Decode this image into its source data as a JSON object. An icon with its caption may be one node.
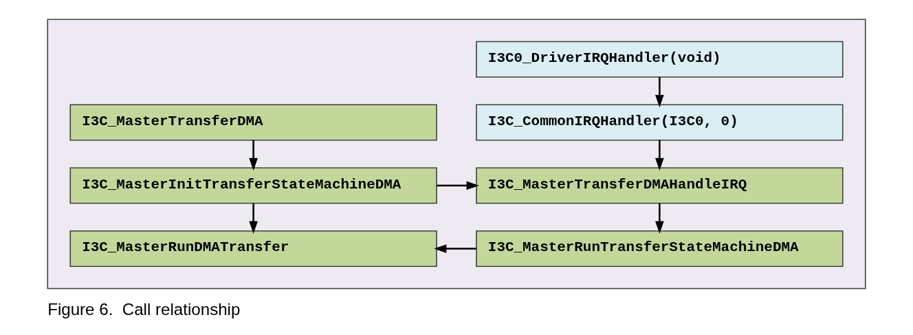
{
  "diagram": {
    "caption": "Figure 6.  Call relationship",
    "nodes": [
      {
        "text": [],
        "shape": "box"
      },
      {
        "text": [
          "I3C0_DriverIRQHandler(void)"
        ],
        "in": 0
      },
      {
        "text": [
          "I3C_MasterTransferDMA"
        ],
        "in": 0
      },
      {
        "text": [
          "I3C_CommonIRQHandler(I3C0, 0)"
        ],
        "in": 0
      },
      {
        "text": [
          "I3C_MasterInitTransferStateMachineDMA"
        ],
        "in": 0
      },
      {
        "text": [
          "I3C_MasterTransferDMAHandleIRQ"
        ],
        "in": 0
      },
      {
        "text": [
          "I3C_MasterRunDMATransfer"
        ],
        "in": 0
      },
      {
        "text": [
          "I3C_MasterRunTransferStateMachineDMA"
        ],
        "in": 0
      }
    ],
    "edges": [
      {
        "from": 1,
        "to": 3,
        "arrow": "to"
      },
      {
        "from": 2,
        "to": 4,
        "arrow": "to"
      },
      {
        "from": 3,
        "to": 5,
        "arrow": "to"
      },
      {
        "from": 4,
        "to": 5,
        "arrow": "to"
      },
      {
        "from": 4,
        "to": 6,
        "arrow": "to"
      },
      {
        "from": 5,
        "to": 7,
        "arrow": "to"
      },
      {
        "from": 7,
        "to": 6,
        "arrow": "to"
      }
    ]
  }
}
